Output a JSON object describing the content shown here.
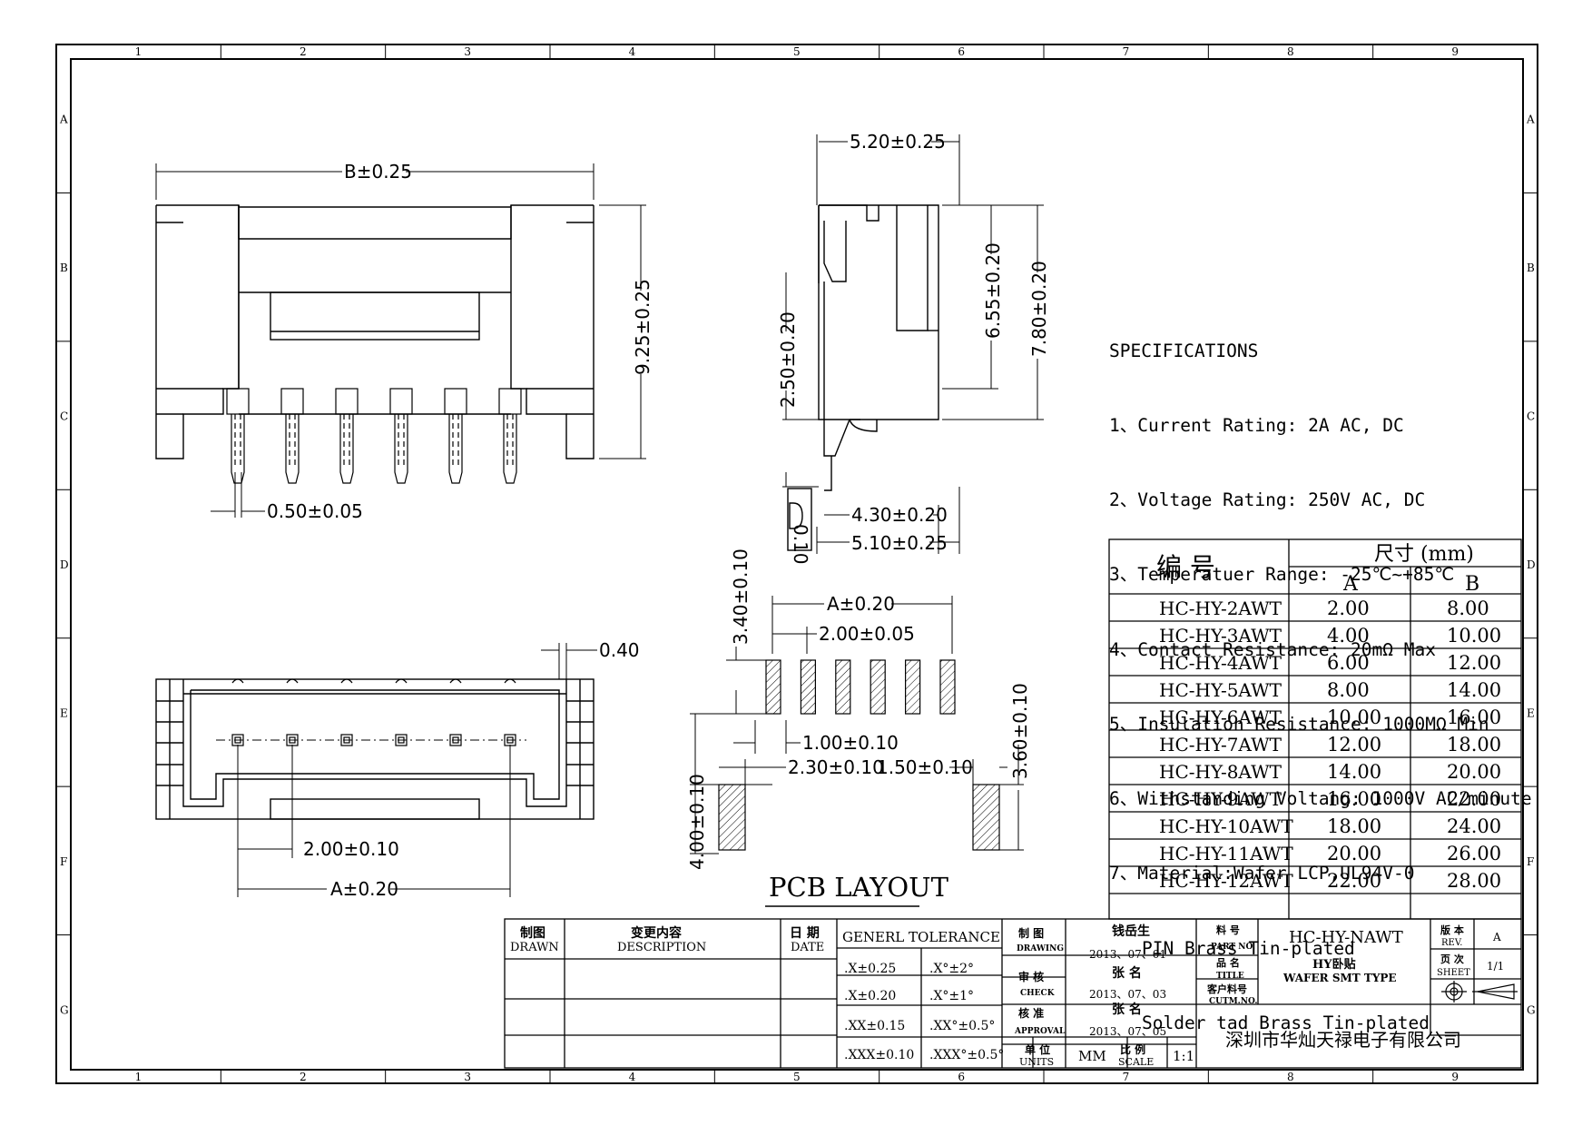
{
  "border": {
    "top_zones": [
      "1",
      "2",
      "3",
      "4",
      "5",
      "6",
      "7",
      "8",
      "9"
    ],
    "bottom_zones": [
      "1",
      "2",
      "3",
      "4",
      "5",
      "6",
      "7",
      "8",
      "9"
    ],
    "side_zones": [
      "A",
      "B",
      "C",
      "D",
      "E",
      "F",
      "G"
    ]
  },
  "dims": {
    "b_width": "B±0.25",
    "height_925": "9.25±0.25",
    "pin_width": "0.50±0.05",
    "side_width": "5.20±0.25",
    "h655": "6.55±0.20",
    "h780": "7.80±0.20",
    "h250": "2.50±0.20",
    "w430": "4.30±0.20",
    "w510": "5.10±0.25",
    "tol_box": "0.10",
    "bottom_040": "0.40",
    "pitch_bottom": "2.00±0.10",
    "a_bottom": "A±0.20",
    "pcb_a": "A±0.20",
    "pcb_pitch": "2.00±0.05",
    "pcb_340": "3.40±0.10",
    "pcb_100": "1.00±0.10",
    "pcb_230": "2.30±0.10",
    "pcb_150": "1.50±0.10",
    "pcb_360": "3.60±0.10",
    "pcb_400": "4.00±0.10"
  },
  "pcb_title": "PCB LAYOUT",
  "specs": {
    "heading": "SPECIFICATIONS",
    "lines": [
      "1、Current Rating: 2A AC, DC",
      "2、Voltage Rating: 250V AC, DC",
      "3、Temperatuer Range: -25℃~+85℃",
      "4、Contact Resistance: 20mΩ Max",
      "5、Insulation Resistance: 1000MΩ Min",
      "6、Withstanding Voltang: 1000V AC/minute",
      "7、Material:Wafer LCP,UL94V-0"
    ],
    "sub_lines": [
      "PIN Brass Tin-plated",
      "Solder tad Brass Tin-plated"
    ]
  },
  "size_table": {
    "code_header": "编  号",
    "size_header": "尺寸 (mm)",
    "col_a": "A",
    "col_b": "B",
    "rows": [
      {
        "code": "HC-HY-2AWT",
        "a": "2.00",
        "b": "8.00"
      },
      {
        "code": "HC-HY-3AWT",
        "a": "4.00",
        "b": "10.00"
      },
      {
        "code": "HC-HY-4AWT",
        "a": "6.00",
        "b": "12.00"
      },
      {
        "code": "HC-HY-5AWT",
        "a": "8.00",
        "b": "14.00"
      },
      {
        "code": "HC-HY-6AWT",
        "a": "10.00",
        "b": "16.00"
      },
      {
        "code": "HC-HY-7AWT",
        "a": "12.00",
        "b": "18.00"
      },
      {
        "code": "HC-HY-8AWT",
        "a": "14.00",
        "b": "20.00"
      },
      {
        "code": "HC-HY-9AWT",
        "a": "16.00",
        "b": "22.00"
      },
      {
        "code": "HC-HY-10AWT",
        "a": "18.00",
        "b": "24.00"
      },
      {
        "code": "HC-HY-11AWT",
        "a": "20.00",
        "b": "26.00"
      },
      {
        "code": "HC-HY-12AWT",
        "a": "22.00",
        "b": "28.00"
      }
    ]
  },
  "title_block": {
    "drawn_cn": "制图",
    "drawn_en": "DRAWN",
    "desc_cn": "变更内容",
    "desc_en": "DESCRIPTION",
    "date_cn": "日 期",
    "date_en": "DATE",
    "tol_header": "GENERL  TOLERANCE",
    "tols": [
      [
        ".X±0.25",
        ".X°±2°"
      ],
      [
        ".X±0.20",
        ".X°±1°"
      ],
      [
        ".XX±0.15",
        ".XX°±0.5°"
      ],
      [
        ".XXX±0.10",
        ".XXX°±0.5°"
      ]
    ],
    "drawing_cn": "制 图",
    "drawing_en": "DRAWING",
    "drawing_name": "钱岳生",
    "drawing_date": "2013、07、01",
    "check_cn": "审 核",
    "check_en": "CHECK",
    "check_name": "张 名",
    "check_date": "2013、07、03",
    "approval_cn": "核 准",
    "approval_en": "APPROVAL",
    "approval_name": "张 名",
    "approval_date": "2013、07、05",
    "units_cn": "单 位",
    "units_en": "UNITS",
    "units_val": "MM",
    "scale_cn": "比 例",
    "scale_en": "SCALE",
    "scale_val": "1:1",
    "partno_cn": "料 号",
    "partno_en": "PART NO.",
    "partno_val": "HC-HY-NAWT",
    "title_cn": "品 名",
    "title_en": "TITLE",
    "title_val1": "HY卧贴",
    "title_val2": "WAFER SMT TYPE",
    "cust_cn": "客户料号",
    "cust_en": "CUTM.NO.",
    "rev_cn": "版 本",
    "rev_en": "REV.",
    "rev_val": "A",
    "sheet_cn": "页 次",
    "sheet_en": "SHEET",
    "sheet_val": "1/1",
    "company": "深圳市华灿天禄电子有限公司"
  }
}
